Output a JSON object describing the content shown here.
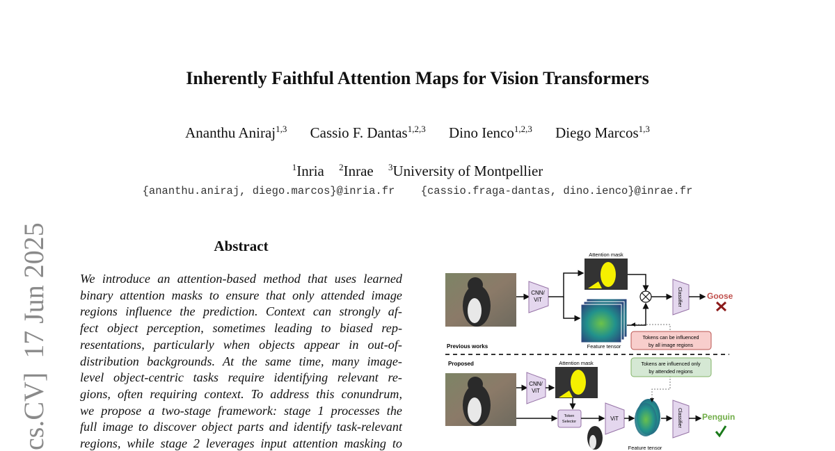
{
  "paper": {
    "title": "Inherently Faithful Attention Maps for Vision Transformers",
    "authors": [
      {
        "name": "Ananthu Aniraj",
        "aff": "1,3"
      },
      {
        "name": "Cassio F. Dantas",
        "aff": "1,2,3"
      },
      {
        "name": "Dino Ienco",
        "aff": "1,2,3"
      },
      {
        "name": "Diego Marcos",
        "aff": "1,3"
      }
    ],
    "affiliations": [
      {
        "num": "1",
        "name": "Inria"
      },
      {
        "num": "2",
        "name": "Inrae"
      },
      {
        "num": "3",
        "name": "University of Montpellier"
      }
    ],
    "emails": [
      "{ananthu.aniraj, diego.marcos}@inria.fr",
      "{cassio.fraga-dantas, dino.ienco}@inrae.fr"
    ],
    "arxiv_stamp": "cs.CV]  17 Jun 2025",
    "abstract_heading": "Abstract",
    "abstract_lines": [
      "We introduce an attention-based method that uses learned",
      "binary attention masks to ensure that only attended image",
      "regions influence the prediction.  Context can strongly af-",
      "fect object perception, sometimes leading to biased rep-",
      "resentations, particularly when objects appear in out-of-",
      "distribution backgrounds.  At the same time, many image-",
      "level object-centric tasks require identifying relevant re-",
      "gions, often requiring context.  To address this conundrum,",
      "we propose a two-stage framework:  stage 1 processes the",
      "full image to discover object parts and identify task-relevant",
      "regions, while stage 2 leverages input attention masking to"
    ]
  },
  "figure": {
    "top": {
      "attention_mask": "Attention mask",
      "backbone": [
        "CNN/",
        "ViT"
      ],
      "feature_tensor": "Feature tensor",
      "classifier": "Classifier",
      "prediction": "Goose",
      "note": [
        "Tokens can be influenced",
        "by all image regions"
      ],
      "section": "Previous works"
    },
    "bottom": {
      "section": "Proposed",
      "attention_mask": "Attention mask",
      "backbone": [
        "CNN/",
        "ViT"
      ],
      "token_selector": [
        "Token",
        "Selector"
      ],
      "vit": "ViT",
      "feature_tensor": "Feature tensor",
      "classifier": "Classifier",
      "prediction": "Penguin",
      "note": [
        "Tokens are influenced only",
        "by attended regions"
      ]
    },
    "colors": {
      "wrong": "#c0504d",
      "right": "#70ad47",
      "module": "#e4d7ee",
      "module_border": "#9673a6"
    }
  }
}
